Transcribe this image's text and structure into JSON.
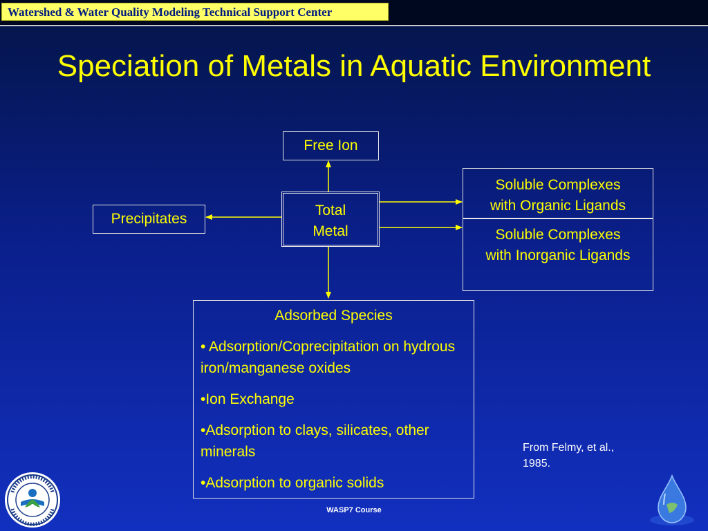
{
  "header": {
    "label": "Watershed & Water Quality Modeling Technical Support Center"
  },
  "slide": {
    "title": "Speciation of Metals in Aquatic Environment"
  },
  "diagram": {
    "free_ion": "Free Ion",
    "precipitates": "Precipitates",
    "total_metal": {
      "line1": "Total",
      "line2": "Metal"
    },
    "organic": {
      "line1": "Soluble Complexes",
      "line2": "with Organic Ligands"
    },
    "inorganic": {
      "line1": "Soluble Complexes",
      "line2": "with Inorganic Ligands"
    },
    "adsorbed": {
      "title": "Adsorbed Species",
      "items": [
        "• Adsorption/Coprecipitation on hydrous iron/manganese oxides",
        "•Ion Exchange",
        "•Adsorption to clays, silicates, other minerals",
        "•Adsorption to organic solids"
      ]
    }
  },
  "citation": {
    "line1": "From Felmy, et al.,",
    "line2": "1985."
  },
  "footer": {
    "text": "WASP7 Course"
  },
  "colors": {
    "text_accent": "#ffff00",
    "arrow": "#ffff00",
    "header_label_bg": "#ffff66",
    "box_border": "#e6e6e6"
  },
  "icons": {
    "seal": "epa-seal-logo",
    "drop": "water-drop-logo"
  }
}
